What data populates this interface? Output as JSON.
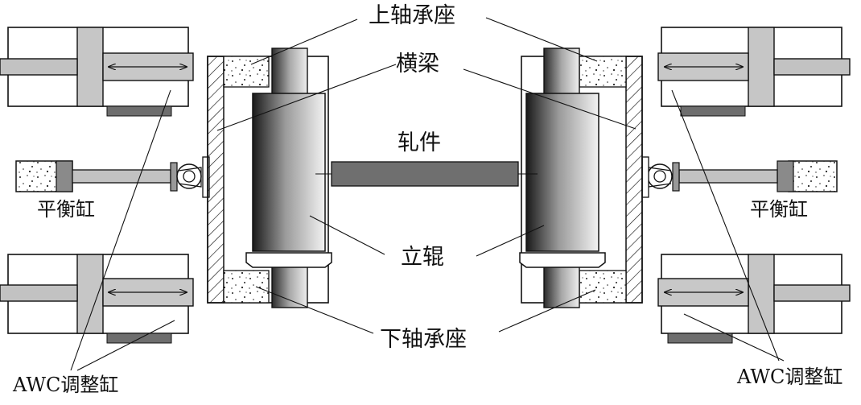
{
  "labels": {
    "upper_bearing": "上轴承座",
    "crossbeam": "横梁",
    "workpiece": "轧件",
    "edger_roll": "立辊",
    "lower_bearing": "下轴承座",
    "balance_cyl_left": "平衡缸",
    "balance_cyl_right": "平衡缸",
    "awc_left": "AWC调整缸",
    "awc_right": "AWC调整缸"
  },
  "colors": {
    "line": "#111111",
    "rod_gray": "#bdbdbd",
    "piston_gray": "#c4c4c4",
    "dark_gray": "#6e6e6e",
    "workpiece": "#6f6f6f"
  }
}
